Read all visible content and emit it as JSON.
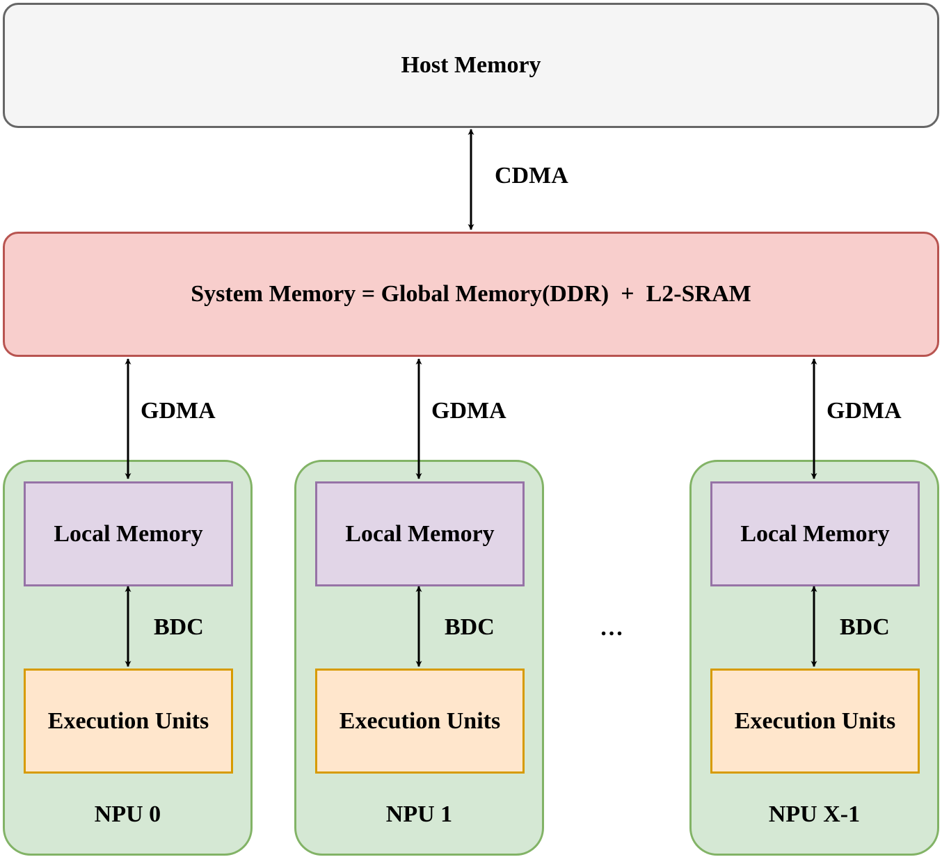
{
  "host_memory": "Host Memory",
  "cdma": "CDMA",
  "system_memory": "System Memory = Global Memory(DDR)  +  L2-SRAM",
  "ellipsis": "…",
  "npus": [
    {
      "gdma": "GDMA",
      "local_memory": "Local Memory",
      "bdc": "BDC",
      "execution_units": "Execution Units",
      "name": "NPU 0"
    },
    {
      "gdma": "GDMA",
      "local_memory": "Local Memory",
      "bdc": "BDC",
      "execution_units": "Execution Units",
      "name": "NPU 1"
    },
    {
      "gdma": "GDMA",
      "local_memory": "Local Memory",
      "bdc": "BDC",
      "execution_units": "Execution Units",
      "name": "NPU X-1"
    }
  ],
  "colors": {
    "host_fill": "#f5f5f5",
    "host_stroke": "#666666",
    "system_fill": "#f8cecc",
    "system_stroke": "#b85450",
    "npu_fill": "#d5e8d4",
    "npu_stroke": "#82b366",
    "local_fill": "#e1d5e7",
    "local_stroke": "#9673a6",
    "exec_fill": "#ffe6cc",
    "exec_stroke": "#d79b00"
  }
}
